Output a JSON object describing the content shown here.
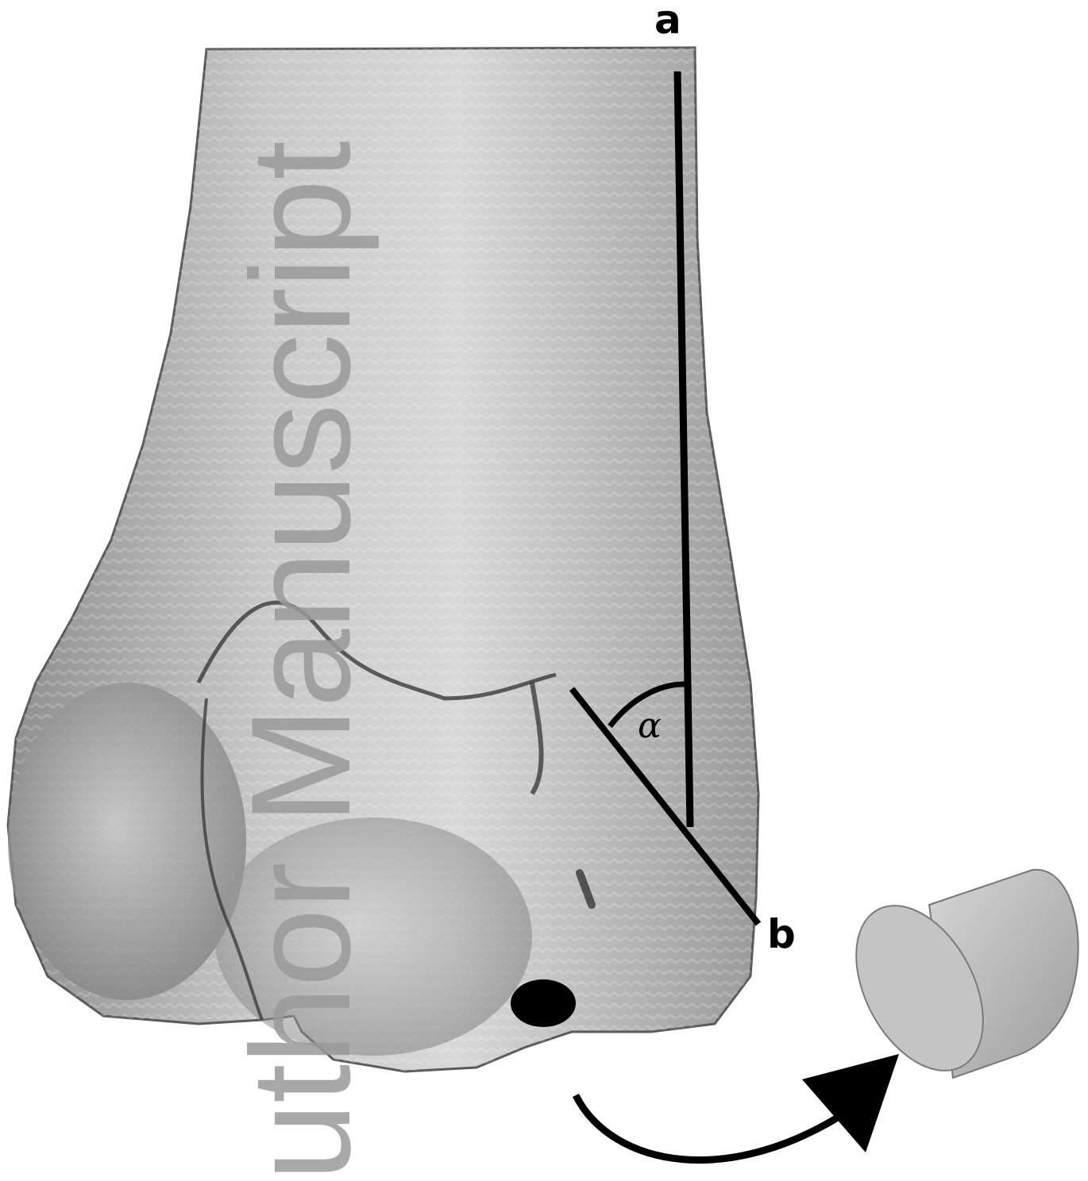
{
  "labels": {
    "point_a": "a",
    "point_b": "b",
    "angle": "α"
  },
  "watermark": "uthor Manuscript",
  "colors": {
    "background": "#ffffff",
    "bone_light": "#cfcfcf",
    "bone_dark": "#6e6e6e",
    "annotation": "#000000",
    "watermark": "#9a9a9a"
  }
}
